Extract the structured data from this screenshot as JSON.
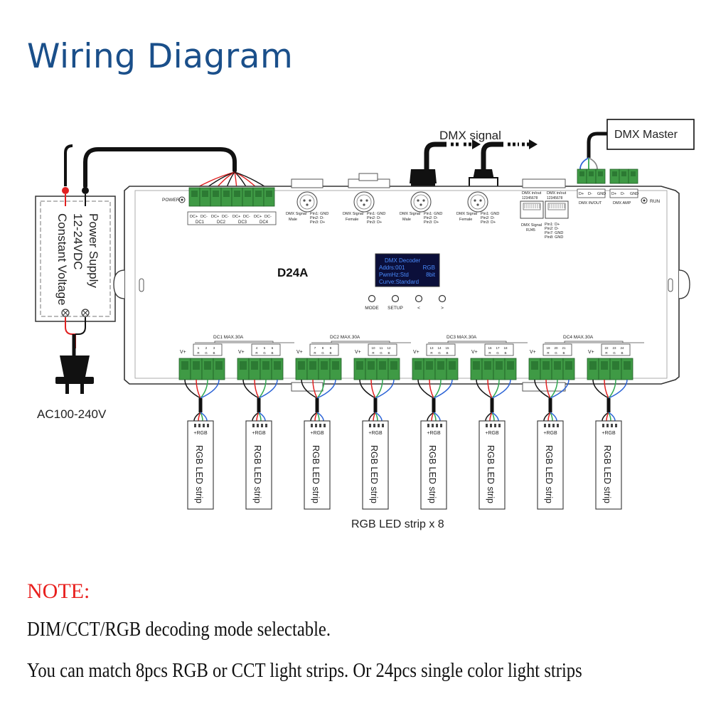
{
  "title": "Wiring Diagram",
  "power_supply": {
    "lines": [
      "Power Supply",
      "12-24VDC",
      "Constant Voltage"
    ],
    "input_label": "AC100-240V"
  },
  "dmx_signal_label": "DMX signal",
  "dmx_master_label": "DMX Master",
  "device": {
    "model": "D24A",
    "power_label": "POWER",
    "run_label": "RUN",
    "dc_inputs": [
      {
        "terminals": [
          "DC+",
          "DC-"
        ],
        "label": "DC1"
      },
      {
        "terminals": [
          "DC+",
          "DC-"
        ],
        "label": "DC2"
      },
      {
        "terminals": [
          "DC+",
          "DC-"
        ],
        "label": "DC3"
      },
      {
        "terminals": [
          "DC+",
          "DC-"
        ],
        "label": "DC4"
      }
    ],
    "xlr_connectors": [
      {
        "type": "DMX Signal",
        "gender": "Male",
        "pins": [
          "Pin1: GND",
          "Pin2: D-",
          "Pin3: D+"
        ]
      },
      {
        "type": "DMX Signal",
        "gender": "Female",
        "pins": [
          "Pin1: GND",
          "Pin2: D-",
          "Pin3: D+"
        ]
      },
      {
        "type": "DMX Signal",
        "gender": "Male",
        "pins": [
          "Pin1: GND",
          "Pin2: D-",
          "Pin3: D+"
        ]
      },
      {
        "type": "DMX Signal",
        "gender": "Female",
        "pins": [
          "Pin1: GND",
          "Pin2: D-",
          "Pin3: D+"
        ]
      }
    ],
    "rj45": {
      "port_label": "DMX in/out",
      "pin_numbers": "12345678",
      "signal_label": "DMX Signal",
      "signal_sub": "RJ45",
      "pins": [
        "Pin1: D+",
        "Pin2: D-",
        "Pin7: GND",
        "Pin8: GND"
      ]
    },
    "dmx_terminals": [
      {
        "pins": [
          "D+",
          "D-",
          "GND"
        ],
        "label": "DMX IN/OUT"
      },
      {
        "pins": [
          "D+",
          "D-",
          "GND"
        ],
        "label": "DMX AMP"
      }
    ],
    "display_lines": [
      {
        "left": "DMX Decoder",
        "right": ""
      },
      {
        "left": "Addrs:001",
        "right": "RGB"
      },
      {
        "left": "PwmHz:Std",
        "right": "8bit"
      },
      {
        "left": "Curve:Standard",
        "right": ""
      }
    ],
    "buttons": [
      "MODE",
      "SETUP",
      "<",
      ">"
    ],
    "output_groups": [
      {
        "label": "DC1  MAX.30A"
      },
      {
        "label": "DC2  MAX.30A"
      },
      {
        "label": "DC3  MAX.30A"
      },
      {
        "label": "DC4  MAX.30A"
      }
    ],
    "outputs": [
      {
        "vplus": "V+",
        "channels": [
          "1",
          "2",
          "3"
        ],
        "colors": [
          "R",
          "G",
          "B"
        ]
      },
      {
        "vplus": "V+",
        "channels": [
          "4",
          "5",
          "6"
        ],
        "colors": [
          "R",
          "G",
          "B"
        ]
      },
      {
        "vplus": "V+",
        "channels": [
          "7",
          "8",
          "9"
        ],
        "colors": [
          "R",
          "G",
          "B"
        ]
      },
      {
        "vplus": "V+",
        "channels": [
          "10",
          "11",
          "12"
        ],
        "colors": [
          "R",
          "G",
          "B"
        ]
      },
      {
        "vplus": "V+",
        "channels": [
          "13",
          "14",
          "15"
        ],
        "colors": [
          "R",
          "G",
          "B"
        ]
      },
      {
        "vplus": "V+",
        "channels": [
          "16",
          "17",
          "18"
        ],
        "colors": [
          "R",
          "G",
          "B"
        ]
      },
      {
        "vplus": "V+",
        "channels": [
          "19",
          "20",
          "21"
        ],
        "colors": [
          "R",
          "G",
          "B"
        ]
      },
      {
        "vplus": "V+",
        "channels": [
          "22",
          "23",
          "24"
        ],
        "colors": [
          "R",
          "G",
          "B"
        ]
      }
    ]
  },
  "strips": {
    "pin_label": "+RGB",
    "label": "RGB LED strip",
    "count_label": "RGB LED strip x 8"
  },
  "note": {
    "title": "NOTE:",
    "lines": [
      "DIM/CCT/RGB decoding mode selectable.",
      "You can match 8pcs RGB or CCT light strips. Or 24pcs single color light strips"
    ]
  },
  "colors": {
    "title": "#1a4f8a",
    "note_title": "#e8201e",
    "terminal_green": "#3f9a45",
    "display_bg": "#0b0f3a",
    "display_text": "#4a8cff",
    "wire_red": "#e02020",
    "wire_green": "#2fa84f",
    "wire_blue": "#2b63d6"
  }
}
